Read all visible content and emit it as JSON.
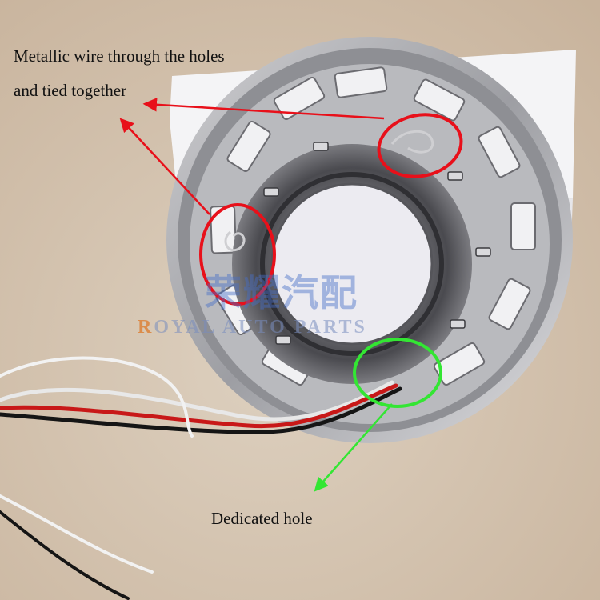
{
  "annotations": {
    "wire_label_line1": "Metallic wire through the holes",
    "wire_label_line2": "and tied together",
    "hole_label": "Dedicated hole"
  },
  "watermark": {
    "chinese": "荣耀汽配",
    "english_first": "R",
    "english_rest": "OYAL AUTO PARTS"
  },
  "colors": {
    "marker_red": "#e8101a",
    "marker_green": "#33e633",
    "background": "#d6c6b3",
    "box_white": "#f4f4f6"
  }
}
